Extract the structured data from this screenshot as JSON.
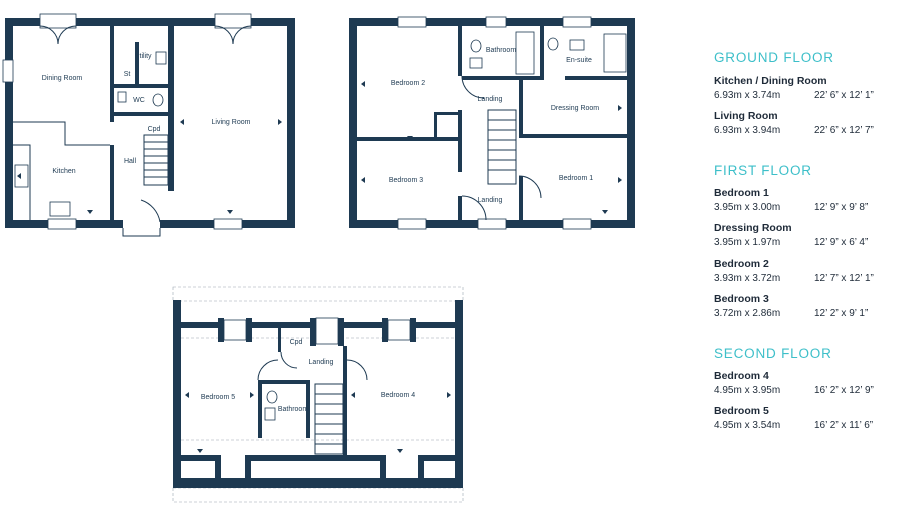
{
  "plan_labels": {
    "ground": {
      "dining_room": "Dining Room",
      "kitchen": "Kitchen",
      "utility": "Utility",
      "st": "St",
      "wc": "WC",
      "cpd": "Cpd",
      "hall": "Hall",
      "living_room": "Living Room"
    },
    "first": {
      "bedroom2": "Bedroom 2",
      "bathroom": "Bathroom",
      "ensuite": "En-suite",
      "landing_top": "Landing",
      "dressing_room": "Dressing Room",
      "bedroom3": "Bedroom 3",
      "bedroom1": "Bedroom 1",
      "landing_bottom": "Landing"
    },
    "second": {
      "cpd": "Cpd",
      "landing": "Landing",
      "bedroom5": "Bedroom 5",
      "bathroom": "Bathroom",
      "bedroom4": "Bedroom 4"
    }
  },
  "legend": {
    "ground": {
      "title": "GROUND FLOOR",
      "rooms": [
        {
          "name": "Kitchen / Dining Room",
          "metric": "6.93m x 3.74m",
          "imperial": "22’ 6” x 12’ 1”"
        },
        {
          "name": "Living Room",
          "metric": "6.93m x 3.94m",
          "imperial": "22’ 6” x 12’ 7”"
        }
      ]
    },
    "first": {
      "title": "FIRST FLOOR",
      "rooms": [
        {
          "name": "Bedroom 1",
          "metric": "3.95m x 3.00m",
          "imperial": "12’ 9” x 9’ 8”"
        },
        {
          "name": "Dressing Room",
          "metric": "3.95m x 1.97m",
          "imperial": "12’ 9” x 6’ 4”"
        },
        {
          "name": "Bedroom 2",
          "metric": "3.93m x 3.72m",
          "imperial": "12’ 7” x 12’ 1”"
        },
        {
          "name": "Bedroom 3",
          "metric": "3.72m x 2.86m",
          "imperial": "12’ 2” x 9’ 1”"
        }
      ]
    },
    "second": {
      "title": "SECOND FLOOR",
      "rooms": [
        {
          "name": "Bedroom 4",
          "metric": "4.95m x 3.95m",
          "imperial": "16’ 2” x 12’ 9”"
        },
        {
          "name": "Bedroom 5",
          "metric": "4.95m x 3.54m",
          "imperial": "16’ 2” x 11’ 6”"
        }
      ]
    }
  }
}
